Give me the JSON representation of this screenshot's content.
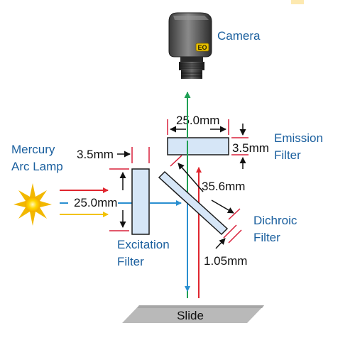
{
  "labels": {
    "camera": "Camera",
    "emission_filter": [
      "Emission",
      "Filter"
    ],
    "mercury_arc_lamp": [
      "Mercury",
      "Arc Lamp"
    ],
    "excitation_filter": [
      "Excitation",
      "Filter"
    ],
    "dichroic_filter": [
      "Dichroic",
      "Filter"
    ],
    "slide": "Slide",
    "camera_logo": "EO"
  },
  "dimensions": {
    "emission_width": "25.0mm",
    "emission_thickness": "3.5mm",
    "excitation_thickness": "3.5mm",
    "excitation_height": "25.0mm",
    "dichroic_length": "35.6mm",
    "dichroic_thickness": "1.05mm"
  },
  "colors": {
    "label_blue": "#1a5f9e",
    "excitation_ray": "#e0262f",
    "blue_ray": "#2a8fd0",
    "yellow_ray": "#f2c200",
    "green_ray": "#1fa055",
    "dimension_tick": "#d8203a",
    "filter_glass": "#d6e6f7",
    "slide_gray": "#b9b9b9"
  },
  "icons": {
    "lamp": "sun-burst-icon",
    "camera": "camera-icon"
  }
}
